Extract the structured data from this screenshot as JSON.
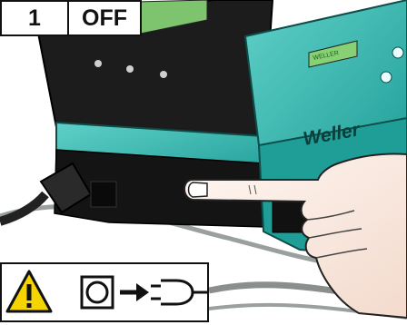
{
  "header": {
    "step": "1",
    "state": "OFF"
  },
  "device": {
    "brand": "Weller",
    "display_text": "WELLER"
  },
  "warning": {
    "icons": [
      "warning-triangle-icon",
      "power-socket-icon",
      "arrow-right-icon",
      "power-plug-icon"
    ]
  },
  "colors": {
    "device_teal": "#27a7a3",
    "device_black": "#1c1c1c",
    "warning_yellow": "#f5d400",
    "cable_gray": "#8a8f8c"
  }
}
